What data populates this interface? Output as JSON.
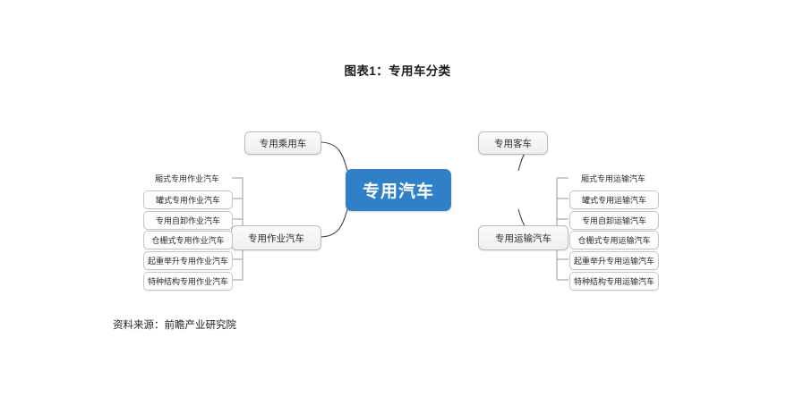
{
  "title": "图表1：专用车分类",
  "source": "资料来源：前瞻产业研究院",
  "colors": {
    "center_fill": "#2f80c6",
    "center_text": "#ffffff",
    "node_border": "#b9b9b9",
    "leaf_border": "#c6c6c6",
    "background": "#ffffff",
    "text": "#2b2b2b"
  },
  "diagram": {
    "type": "mind-map",
    "root": "专用汽车",
    "branches": [
      {
        "id": "special-passenger",
        "label": "专用乘用车",
        "position": "top-left",
        "leaves": []
      },
      {
        "id": "special-bus",
        "label": "专用客车",
        "position": "top-right",
        "leaves": []
      },
      {
        "id": "special-operation",
        "label": "专用作业汽车",
        "position": "bottom-left",
        "leaves": [
          "厢式专用作业汽车",
          "罐式专用作业汽车",
          "专用自卸作业汽车",
          "仓栅式专用作业汽车",
          "起重举升专用作业汽车",
          "特种结构专用作业汽车"
        ]
      },
      {
        "id": "special-transport",
        "label": "专用运输汽车",
        "position": "bottom-right",
        "leaves": [
          "厢式专用运输汽车",
          "罐式专用运输汽车",
          "专用自卸运输汽车",
          "仓栅式专用运输汽车",
          "起重举升专用运输汽车",
          "特种结构专用运输汽车"
        ]
      }
    ]
  }
}
